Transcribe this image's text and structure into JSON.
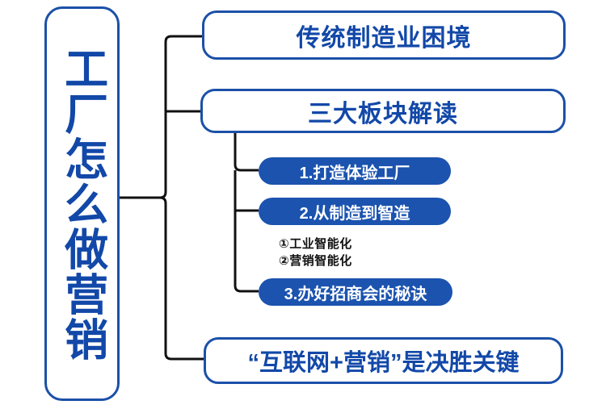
{
  "diagram": {
    "title": "工厂怎么做营销",
    "type": "mind-map",
    "colors": {
      "border_blue": "#1B50A8",
      "text_blue": "#1248A8",
      "pill_fill": "#1B53AF",
      "pill_text": "#FFFFFF",
      "connector": "#111111",
      "background": "#FFFFFF"
    },
    "root": {
      "label": "工厂怎么做营销",
      "orientation": "vertical"
    },
    "branches": [
      {
        "id": "branch-1",
        "label": "传统制造业困境",
        "style": "outlined"
      },
      {
        "id": "branch-2",
        "label": "三大板块解读",
        "style": "outlined",
        "children": [
          {
            "id": "pill-1",
            "label": "1.打造体验工厂",
            "style": "filled"
          },
          {
            "id": "pill-2",
            "label": "2.从制造到智造",
            "style": "filled",
            "children": [
              {
                "id": "sub-1",
                "label": "①工业智能化",
                "style": "plain"
              },
              {
                "id": "sub-2",
                "label": "②营销智能化",
                "style": "plain"
              }
            ]
          },
          {
            "id": "pill-3",
            "label": "3.办好招商会的秘诀",
            "style": "filled"
          }
        ]
      },
      {
        "id": "branch-4",
        "label": "“互联网+营销”是决胜关键",
        "style": "outlined"
      }
    ]
  }
}
